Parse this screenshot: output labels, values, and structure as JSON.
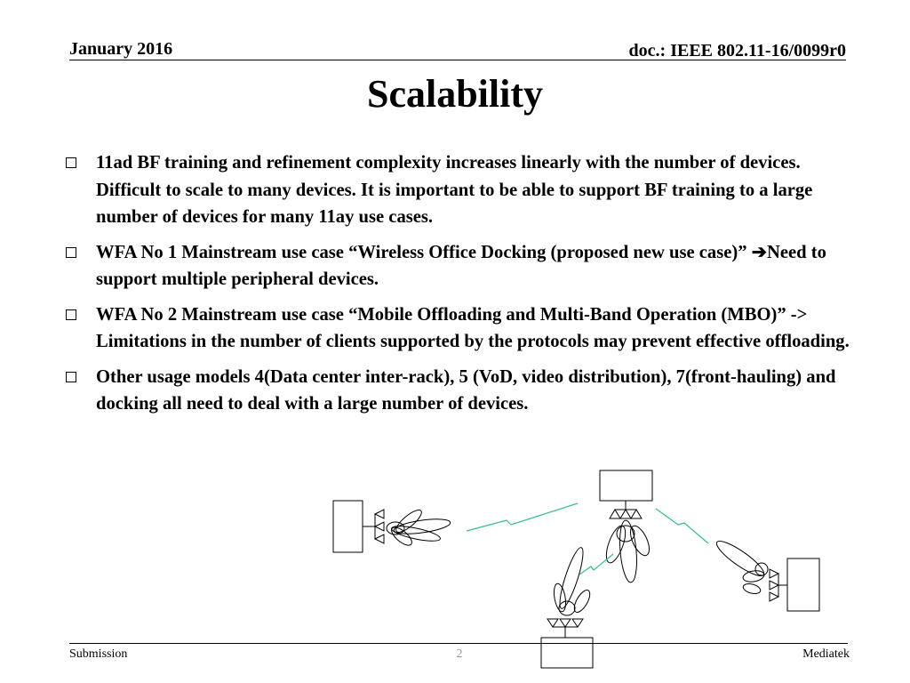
{
  "header": {
    "date": "January 2016",
    "doc_id": "doc.: IEEE 802.11-16/0099r0"
  },
  "title": "Scalability",
  "bullets": [
    {
      "text": "11ad BF training and refinement complexity increases linearly with the number of devices. Difficult to scale to many devices. It is important to be able to support BF training to a large number of devices for many 11ay use cases."
    },
    {
      "text_before": "WFA No 1 Mainstream use case “Wireless Office Docking (proposed new use case)” ",
      "arrow": "➔",
      "text_after": "Need to support multiple peripheral devices."
    },
    {
      "text": "WFA No 2 Mainstream use case “Mobile Offloading and Multi-Band Operation (MBO)” -> Limitations in the number of clients supported by the protocols may prevent effective offloading."
    },
    {
      "text": "Other usage models 4(Data center inter-rack), 5 (VoD, video distribution), 7(front-hauling) and docking all need to deal with a large number of devices."
    }
  ],
  "footer": {
    "left": "Submission",
    "page": "2",
    "right": "Mediatek"
  },
  "colors": {
    "link_line": "#2fbf8a"
  }
}
